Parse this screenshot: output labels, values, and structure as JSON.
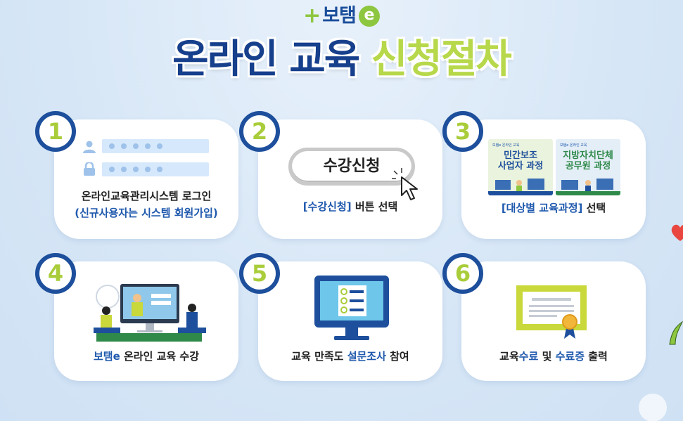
{
  "logo": {
    "text": "보탬",
    "e": "e"
  },
  "title": {
    "part1": "온라인 교육",
    "part2": "신청절차"
  },
  "steps": [
    {
      "number": "1",
      "line1": "온라인교육관리시스템 로그인",
      "line2": "(신규사용자는 시스템 회원가입)"
    },
    {
      "number": "2",
      "button_label": "수강신청",
      "highlight": "[수강신청]",
      "rest": " 버튼 선택"
    },
    {
      "number": "3",
      "course1_small": "보탬e 온라인 교육",
      "course1_title_a": "민간보조",
      "course1_title_b": "사업자 과정",
      "course2_small": "보탬e 온라인 교육",
      "course2_title_a": "지방자치단체",
      "course2_title_b": "공무원 과정",
      "highlight": "[대상별 교육과정]",
      "rest": " 선택"
    },
    {
      "number": "4",
      "highlight": "보탬e",
      "rest": " 온라인 교육 수강"
    },
    {
      "number": "5",
      "pre": "교육 만족도 ",
      "highlight": "설문조사",
      "rest": " 참여"
    },
    {
      "number": "6",
      "pre": "교육",
      "highlight1": "수료",
      "mid": " 및 ",
      "highlight2": "수료증",
      "rest": " 출력"
    }
  ],
  "colors": {
    "navy": "#1d4f9c",
    "green": "#a9cd3a",
    "background": "#d6e6f6",
    "link_blue": "#1f59ad"
  }
}
